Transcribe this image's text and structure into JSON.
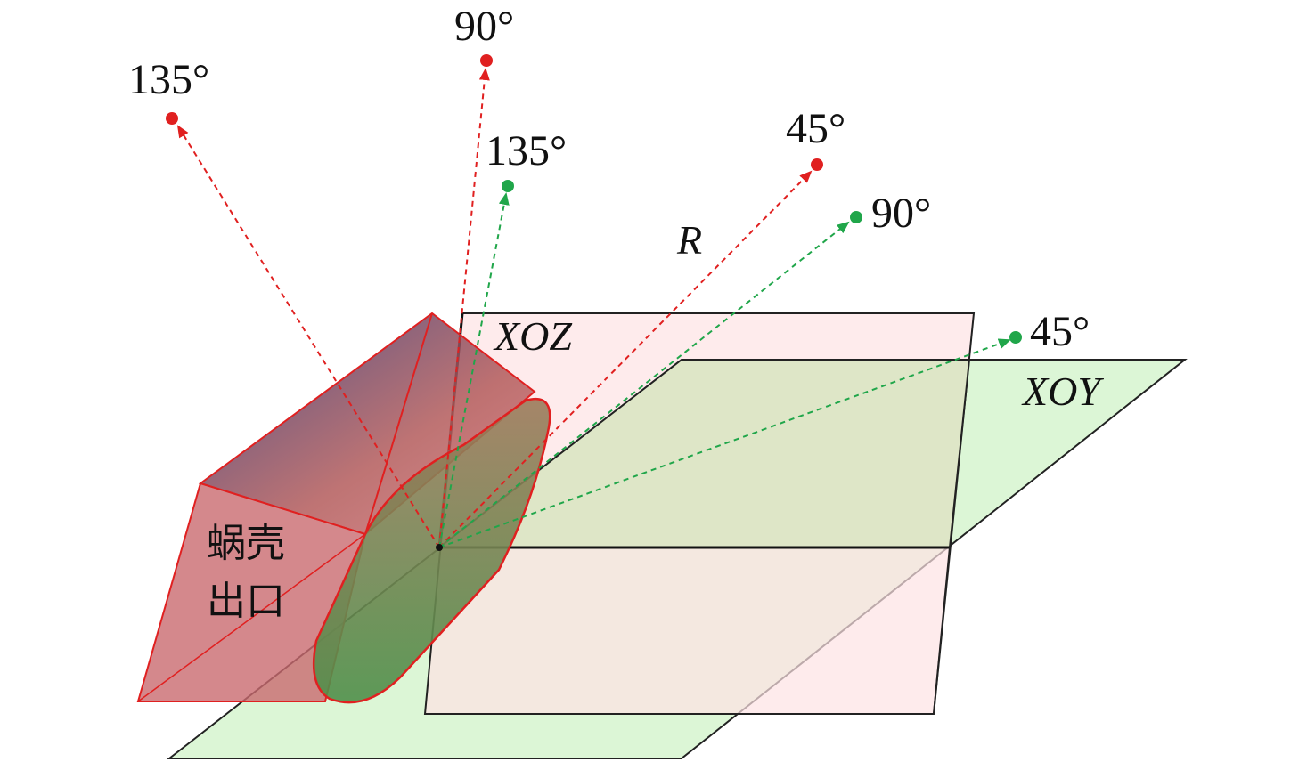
{
  "planes": {
    "xoz": {
      "label": "XOZ",
      "fill": "#fde2e4",
      "stroke": "#222222"
    },
    "xoy": {
      "label": "XOY",
      "fill": "#d6f5cf",
      "stroke": "#222222"
    }
  },
  "outlet": {
    "label_line1": "蜗壳",
    "label_line2": "出口",
    "color": "#d9534f"
  },
  "radius_label": "R",
  "rays": {
    "red": {
      "color": "#e02020",
      "labels": [
        "135°",
        "90°",
        "45°"
      ]
    },
    "green": {
      "color": "#20a64a",
      "labels": [
        "135°",
        "90°",
        "45°"
      ]
    }
  }
}
